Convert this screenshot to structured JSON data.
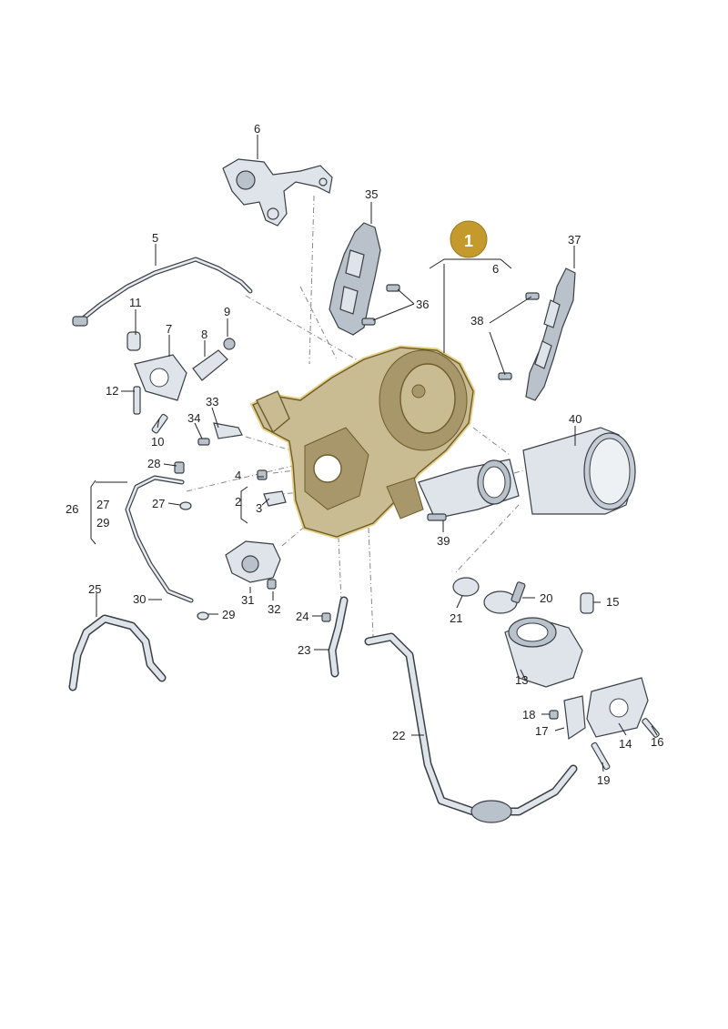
{
  "diagram": {
    "highlight_part": {
      "label": "1",
      "color": "#c49a2c"
    },
    "labels": {
      "l1_ref6": "6",
      "l2": "2",
      "l3": "3",
      "l4": "4",
      "l5": "5",
      "l6": "6",
      "l7": "7",
      "l8": "8",
      "l9": "9",
      "l10": "10",
      "l11": "11",
      "l12": "12",
      "l13": "13",
      "l14": "14",
      "l15": "15",
      "l16": "16",
      "l17": "17",
      "l18": "18",
      "l19": "19",
      "l20": "20",
      "l21": "21",
      "l22": "22",
      "l23": "23",
      "l24": "24",
      "l25": "25",
      "l26": "26",
      "l27a": "27",
      "l27b": "27",
      "l29a": "29",
      "l29b": "29",
      "l28": "28",
      "l30": "30",
      "l31": "31",
      "l32": "32",
      "l33": "33",
      "l34": "34",
      "l35": "35",
      "l36": "36",
      "l37": "37",
      "l38": "38",
      "l39": "39",
      "l40": "40"
    }
  }
}
